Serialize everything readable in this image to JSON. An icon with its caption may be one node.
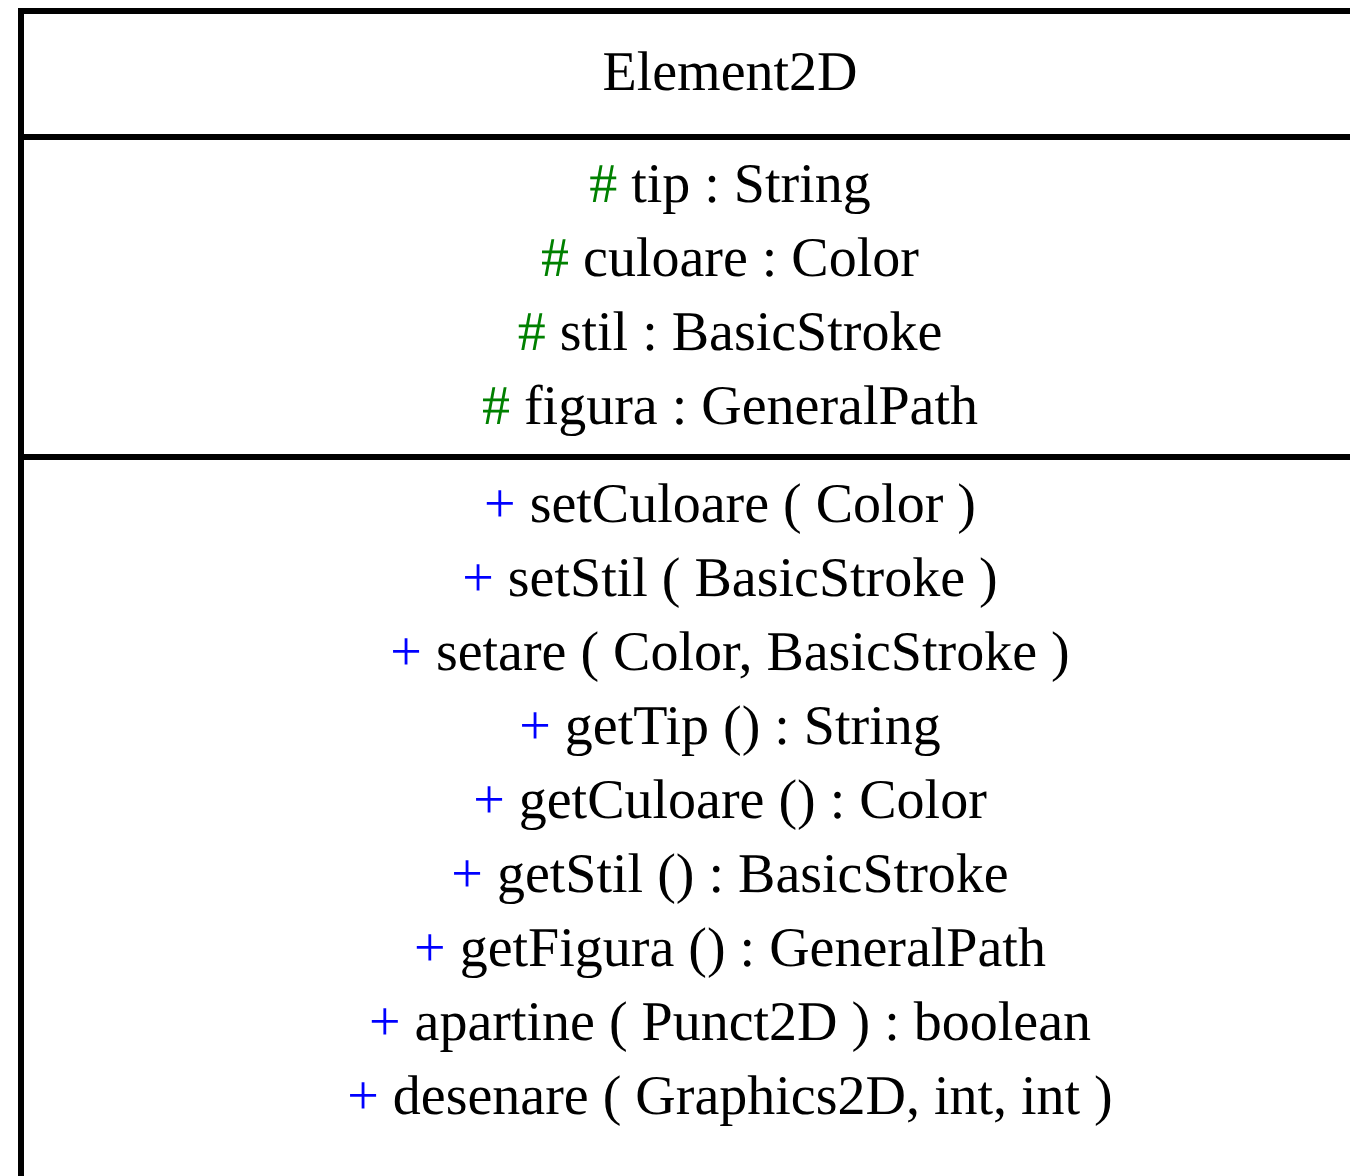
{
  "diagram": {
    "nodes": [
      {
        "text": [
          "Element2D"
        ]
      },
      {
        "text": [
          "# tip : String",
          "# culoare : Color",
          "# stil : BasicStroke",
          "# figura : GeneralPath"
        ],
        "in": 0
      },
      {
        "text": [
          "+ setCuloare ( Color )",
          "+ setStil ( BasicStroke )",
          "+ setare ( Color, BasicStroke )",
          "+ getTip () : String",
          "+ getCuloare () : Color",
          "+ getStil () : BasicStroke",
          "+ getFigura () : GeneralPath",
          "+ apartine ( Punct2D ) : boolean",
          "+ desenare ( Graphics2D, int, int )"
        ],
        "in": 0
      }
    ]
  }
}
